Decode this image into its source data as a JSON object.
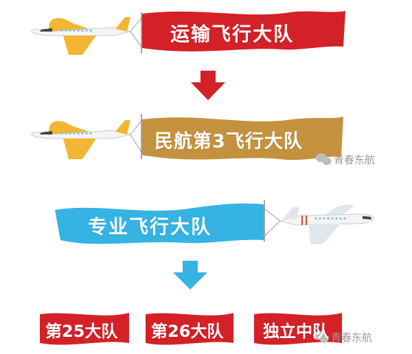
{
  "banners": [
    {
      "label": "运输飞行大队",
      "color": "#d42127"
    },
    {
      "label": "民航第3飞行大队",
      "color": "#c4923e"
    },
    {
      "label": "专业飞行大队",
      "color": "#35b4e3"
    }
  ],
  "units": [
    {
      "label": "第25大队",
      "color": "#d42127"
    },
    {
      "label": "第26大队",
      "color": "#d42127"
    },
    {
      "label": "独立中队",
      "color": "#d42127"
    }
  ],
  "arrows": [
    {
      "color": "#d42127"
    },
    {
      "color": "#35b4e3"
    }
  ],
  "watermark": {
    "text": "青春东航"
  }
}
